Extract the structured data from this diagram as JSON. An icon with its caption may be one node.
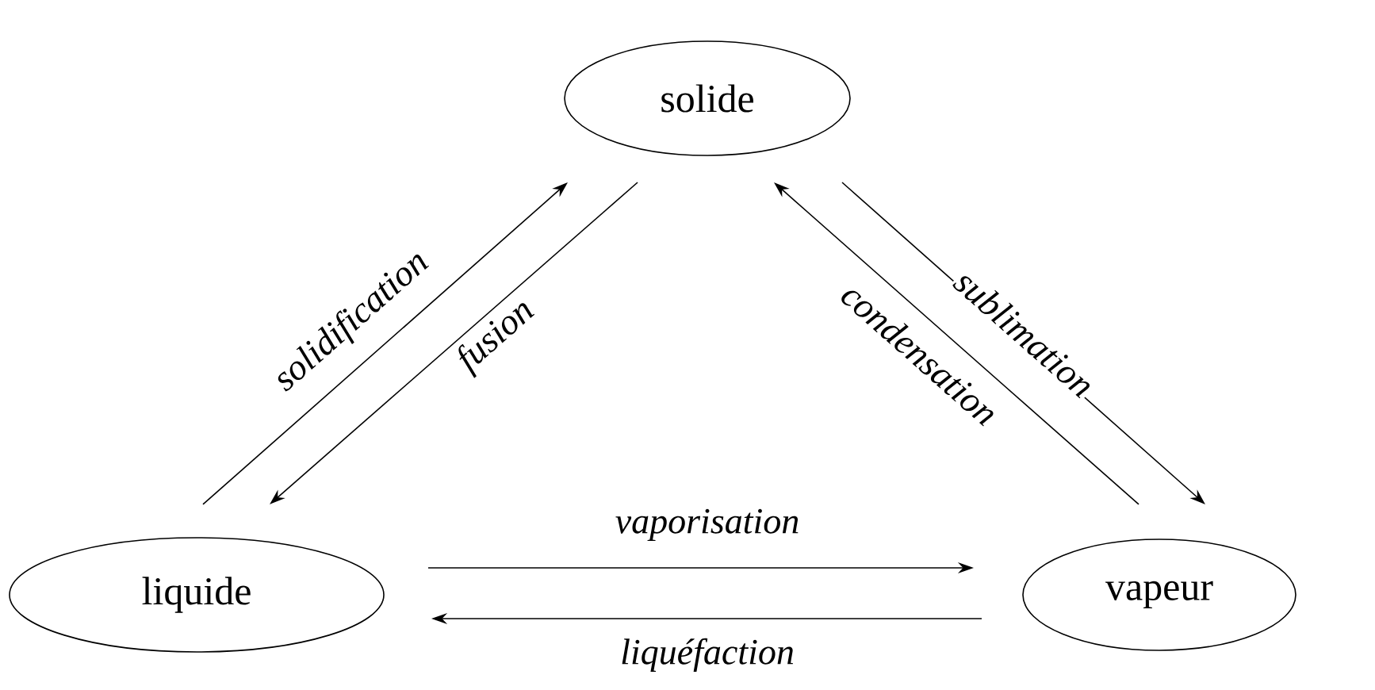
{
  "diagram": {
    "nodes": [
      {
        "text": [
          "solide"
        ]
      },
      {
        "text": [
          "liquide"
        ]
      },
      {
        "text": [
          "vapeur"
        ]
      }
    ],
    "edges": [
      {
        "from": 1,
        "to": 0,
        "arrow": "to",
        "label": "solidification"
      },
      {
        "from": 0,
        "to": 1,
        "arrow": "to",
        "label": "fusion"
      },
      {
        "from": 2,
        "to": 0,
        "arrow": "to",
        "label": "condensation"
      },
      {
        "from": 0,
        "to": 2,
        "arrow": "to",
        "label": "sublimation"
      },
      {
        "from": 1,
        "to": 2,
        "arrow": "to",
        "label": "vaporisation"
      },
      {
        "from": 2,
        "to": 1,
        "arrow": "to",
        "label": "liquéfaction"
      }
    ]
  }
}
